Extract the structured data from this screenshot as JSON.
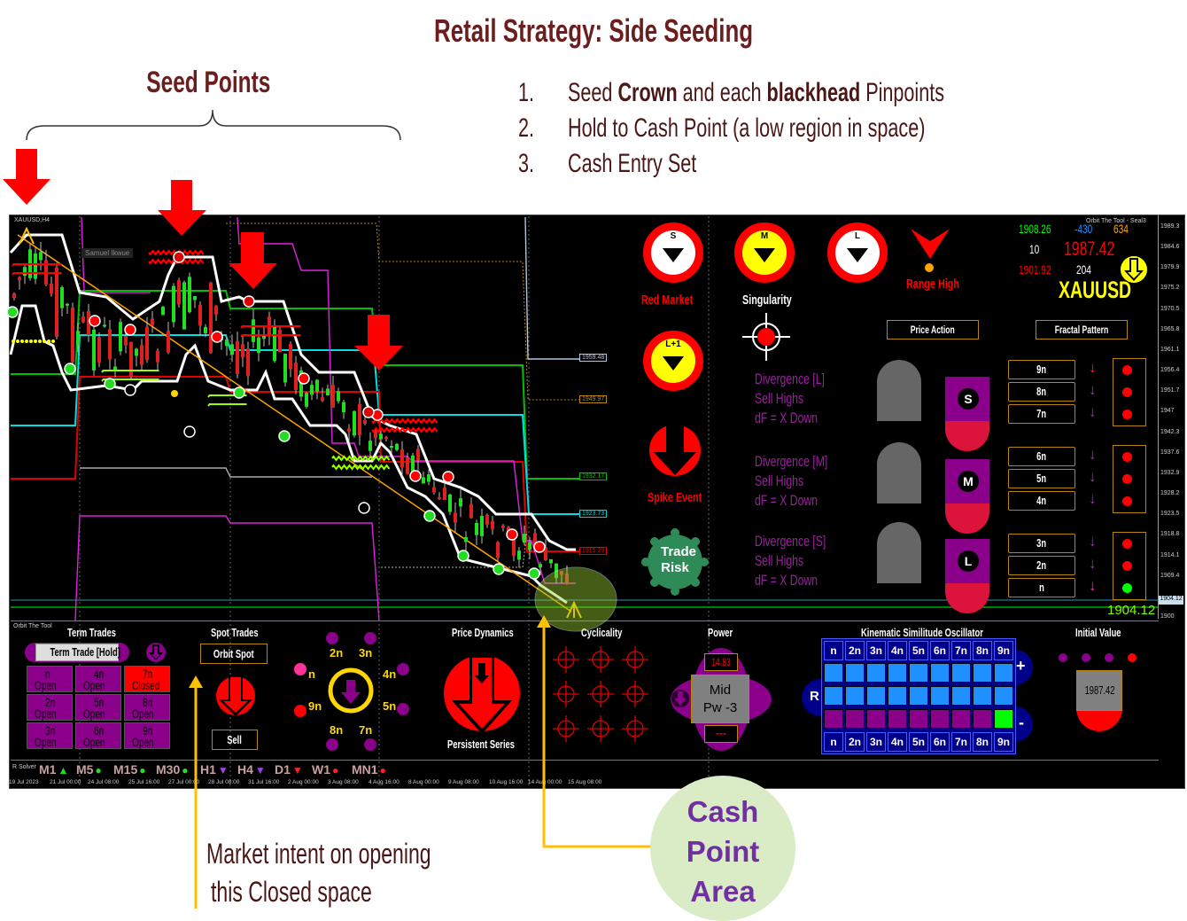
{
  "title": "Retail Strategy: Side Seeding",
  "seed_points_label": "Seed Points",
  "steps": [
    {
      "num": "1.",
      "pre": "Seed ",
      "b1": "Crown",
      "mid": " and each ",
      "b2": "blackhead",
      "post": " Pinpoints"
    },
    {
      "num": "2.",
      "text": "Hold to Cash Point (a low region in space)"
    },
    {
      "num": "3.",
      "text": "Cash Entry Set"
    }
  ],
  "chart": {
    "symbol": "XAUUSD,H4",
    "watermark": "Samuel Ikwue",
    "tool_label": "Orbit The Tool - Seal3",
    "price_axis": [
      1989.3,
      1984.6,
      1979.9,
      1975.2,
      1970.5,
      1965.8,
      1961.1,
      1956.4,
      1951.7,
      1947.0,
      1942.3,
      1937.6,
      1932.9,
      1928.2,
      1923.5,
      1918.8,
      1914.1,
      1909.4,
      1900.0
    ],
    "current_price": "1904.12",
    "level_labels": [
      {
        "value": "1959.48",
        "color": "#b0c4de"
      },
      {
        "value": "1949.97",
        "color": "#b8860b"
      },
      {
        "value": "1932.17",
        "color": "#00c000"
      },
      {
        "value": "1923.73",
        "color": "#00d0d0"
      },
      {
        "value": "1915.29",
        "color": "#e00000"
      }
    ],
    "dates": [
      "19 Jul 2023",
      "21 Jul 00:00",
      "24 Jul 08:00",
      "25 Jul 16:00",
      "27 Jul 00:00",
      "28 Jul 08:00",
      "31 Jul 16:00",
      "2 Aug 00:00",
      "3 Aug 08:00",
      "4 Aug 16:00",
      "8 Aug 00:00",
      "9 Aug 08:00",
      "10 Aug 16:00",
      "14 Aug 00:00",
      "15 Aug 08:00"
    ]
  },
  "signals": {
    "s_ring": "S",
    "m_ring": "M",
    "l_ring": "L",
    "l1_ring": "L+1",
    "red_market": "Red Market",
    "singularity": "Singularity",
    "range_high": "Range High",
    "spike_event": "Spike Event",
    "trade_risk": "Trade Risk",
    "price_action": "Price Action",
    "fractal_pattern": "Fractal Pattern",
    "divergences": [
      {
        "title": "Divergence [L]",
        "l2": "Sell Highs",
        "l3": "dF = X Down",
        "badge": "S"
      },
      {
        "title": "Divergence [M]",
        "l2": "Sell Highs",
        "l3": "dF = X Down",
        "badge": "M"
      },
      {
        "title": "Divergence [S]",
        "l2": "Sell Highs",
        "l3": "dF = X Down",
        "badge": "L"
      }
    ]
  },
  "info": {
    "v1": "1908.26",
    "v2": "-430",
    "v3": "634",
    "v4": "10",
    "v5": "1987.42",
    "v6": "1901.92",
    "v7": "204",
    "symbol": "XAUUSD"
  },
  "fractal_levels": [
    {
      "label": "9n",
      "arrow": "#ff2020",
      "dot": "#ff0000"
    },
    {
      "label": "8n",
      "arrow": "#9b30b0",
      "dot": "#ff0000"
    },
    {
      "label": "7n",
      "arrow": "#9b30b0",
      "dot": "#ff0000"
    },
    {
      "label": "6n",
      "arrow": "#9b30b0",
      "dot": "#ff0000"
    },
    {
      "label": "5n",
      "arrow": "#9b30b0",
      "dot": "#ff0000"
    },
    {
      "label": "4n",
      "arrow": "#9b30b0",
      "dot": "#ff0000"
    },
    {
      "label": "3n",
      "arrow": "#9b30b0",
      "dot": "#ff0000"
    },
    {
      "label": "2n",
      "arrow": "#9b30b0",
      "dot": "#ff0000"
    },
    {
      "label": "n",
      "arrow": "#ff2fa0",
      "dot": "#00ff00"
    }
  ],
  "bottom": {
    "tool": "Orbit The Tool",
    "term_trades": "Term Trades",
    "term_trade_btn": "Term Trade [Hold]",
    "trades": [
      {
        "n": "n",
        "s": "Open"
      },
      {
        "n": "4n",
        "s": "Open"
      },
      {
        "n": "7n",
        "s": "Closed"
      },
      {
        "n": "2n",
        "s": "Open"
      },
      {
        "n": "5n",
        "s": "Open"
      },
      {
        "n": "8n",
        "s": "Open"
      },
      {
        "n": "3n",
        "s": "Open"
      },
      {
        "n": "6n",
        "s": "Open"
      },
      {
        "n": "9n",
        "s": "Open"
      }
    ],
    "spot_trades": "Spot Trades",
    "orbit_spot": "Orbit Spot",
    "sell": "Sell",
    "orbit_labels": {
      "n2": "2n",
      "n3": "3n",
      "n4": "4n",
      "n5": "5n",
      "n7": "7n",
      "n8": "8n",
      "n9": "9n",
      "n": "n"
    },
    "price_dynamics": "Price Dynamics",
    "persistent_series": "Persistent Series",
    "cyclicality": "Cyclicality",
    "power": "Power",
    "power_value": "14.83",
    "power_mid": "Mid",
    "power_pw": "Pw -3",
    "power_bottom": "---",
    "kso": "Kinematic Similitude Oscillator",
    "kso_cols": [
      "n",
      "2n",
      "3n",
      "4n",
      "5n",
      "6n",
      "7n",
      "8n",
      "9n"
    ],
    "kso_r": "R",
    "kso_plus": "+",
    "kso_minus": "-",
    "initial_value": "Initial Value",
    "initial_value_num": "1987.42"
  },
  "timeframes": {
    "solver": "R Solver",
    "items": [
      {
        "tf": "M1",
        "ind": "▲",
        "color": "#22dd22"
      },
      {
        "tf": "M5",
        "ind": "●",
        "color": "#22dd22"
      },
      {
        "tf": "M15",
        "ind": "●",
        "color": "#22dd22"
      },
      {
        "tf": "M30",
        "ind": "●",
        "color": "#22dd22"
      },
      {
        "tf": "H1",
        "ind": "▼",
        "color": "#a040e0"
      },
      {
        "tf": "H4",
        "ind": "▼",
        "color": "#a040e0"
      },
      {
        "tf": "D1",
        "ind": "▼",
        "color": "#ff2020"
      },
      {
        "tf": "W1",
        "ind": "●",
        "color": "#ff2020"
      },
      {
        "tf": "MN1",
        "ind": "●",
        "color": "#ff2020"
      }
    ]
  },
  "annotations": {
    "market_intent_1": "Market intent on opening",
    "market_intent_2": "this Closed space",
    "cash_1": "Cash",
    "cash_2": "Point",
    "cash_3": "Area"
  }
}
